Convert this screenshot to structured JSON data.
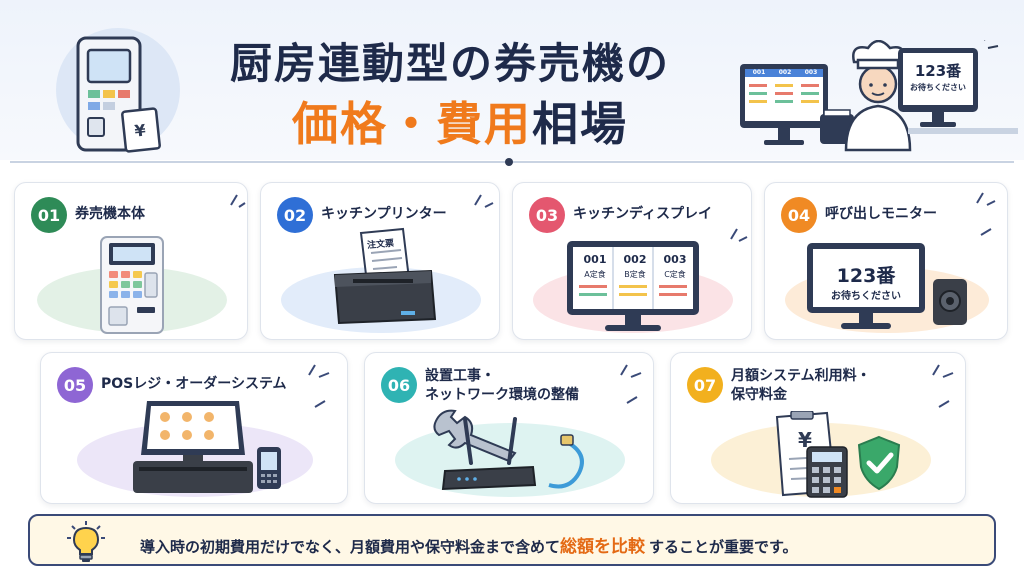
{
  "title": {
    "line1": "厨房連動型の券売機の",
    "line2_accent": "価格・費用",
    "line2_rest": "相場"
  },
  "header_scene": {
    "kitchen_screen_labels": [
      "001",
      "002",
      "003"
    ],
    "call_monitor_number": "123番",
    "call_monitor_message": "お待ちください"
  },
  "cards": [
    {
      "num": "01",
      "title": "券売機本体",
      "color": "#2e8b57"
    },
    {
      "num": "02",
      "title": "キッチンプリンター",
      "color": "#2f6fd6",
      "ticket_label": "注文票"
    },
    {
      "num": "03",
      "title": "キッチンディスプレイ",
      "color": "#e4576f",
      "orders": [
        {
          "id": "001",
          "item": "A定食"
        },
        {
          "id": "002",
          "item": "B定食"
        },
        {
          "id": "003",
          "item": "C定食"
        }
      ]
    },
    {
      "num": "04",
      "title": "呼び出しモニター",
      "color": "#f08a24",
      "number": "123番",
      "message": "お待ちください"
    },
    {
      "num": "05",
      "title": "POSレジ・オーダーシステム",
      "color": "#8e66d4"
    },
    {
      "num": "06",
      "title_line1": "設置工事・",
      "title_line2": "ネットワーク環境の整備",
      "color": "#2fb3b3"
    },
    {
      "num": "07",
      "title_line1": "月額システム利用料・",
      "title_line2": "保守料金",
      "color": "#f2b01e"
    }
  ],
  "tip": {
    "before": "導入時の初期費用だけでなく、月額費用や保守料金まで含めて",
    "accent": "総額を比較",
    "after": "することが重要です。"
  },
  "icons": {
    "ticket_machine": "ticket-machine-icon",
    "chef": "chef-icon",
    "lightbulb": "lightbulb-icon",
    "wrench": "wrench-icon",
    "router": "router-icon",
    "shield": "shield-check-icon",
    "calculator": "calculator-icon"
  }
}
